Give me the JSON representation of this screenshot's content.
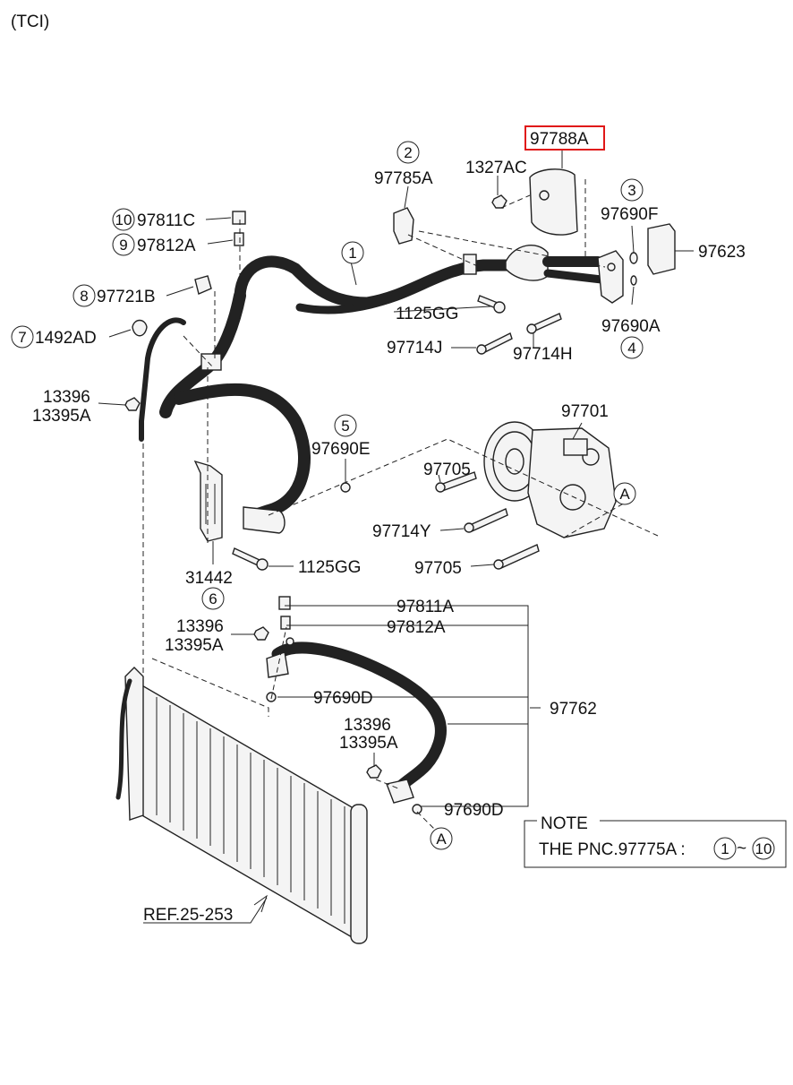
{
  "header": {
    "variant": "(TCI)"
  },
  "callouts": [
    {
      "id": "c1",
      "text": "1"
    },
    {
      "id": "c2",
      "text": "2"
    },
    {
      "id": "c3",
      "text": "3"
    },
    {
      "id": "c4",
      "text": "4"
    },
    {
      "id": "c5",
      "text": "5"
    },
    {
      "id": "c6",
      "text": "6"
    },
    {
      "id": "c7",
      "text": "7"
    },
    {
      "id": "c8",
      "text": "8"
    },
    {
      "id": "c9",
      "text": "9"
    },
    {
      "id": "c10",
      "text": "10"
    },
    {
      "id": "cA1",
      "text": "A"
    },
    {
      "id": "cA2",
      "text": "A"
    }
  ],
  "parts": {
    "p97788A": "97788A",
    "p1327AC": "1327AC",
    "p97785A": "97785A",
    "p97690F": "97690F",
    "p97623": "97623",
    "p97811C": "97811C",
    "p97812A_top": "97812A",
    "p97721B": "97721B",
    "p1492AD": "1492AD",
    "p1125GG_top": "1125GG",
    "p97690A": "97690A",
    "p97714J": "97714J",
    "p97714H": "97714H",
    "p13396_a": "13396",
    "p13395A_a": "13395A",
    "p97701": "97701",
    "p97690E": "97690E",
    "p97705_a": "97705",
    "p97714Y": "97714Y",
    "p97705_b": "97705",
    "p1125GG_mid": "1125GG",
    "p31442": "31442",
    "p97811A": "97811A",
    "p97812A_low": "97812A",
    "p13396_b": "13396",
    "p13395A_b": "13395A",
    "p97690D_a": "97690D",
    "p97762": "97762",
    "p13396_c": "13396",
    "p13395A_c": "13395A",
    "p97690D_b": "97690D",
    "ref": "REF.25-253"
  },
  "note": {
    "title": "NOTE",
    "line_prefix": "THE PNC.97775A :",
    "range_from": "1",
    "range_sep": "~",
    "range_to": "10"
  },
  "colors": {
    "highlight": "#e01818",
    "ink": "#222222"
  }
}
